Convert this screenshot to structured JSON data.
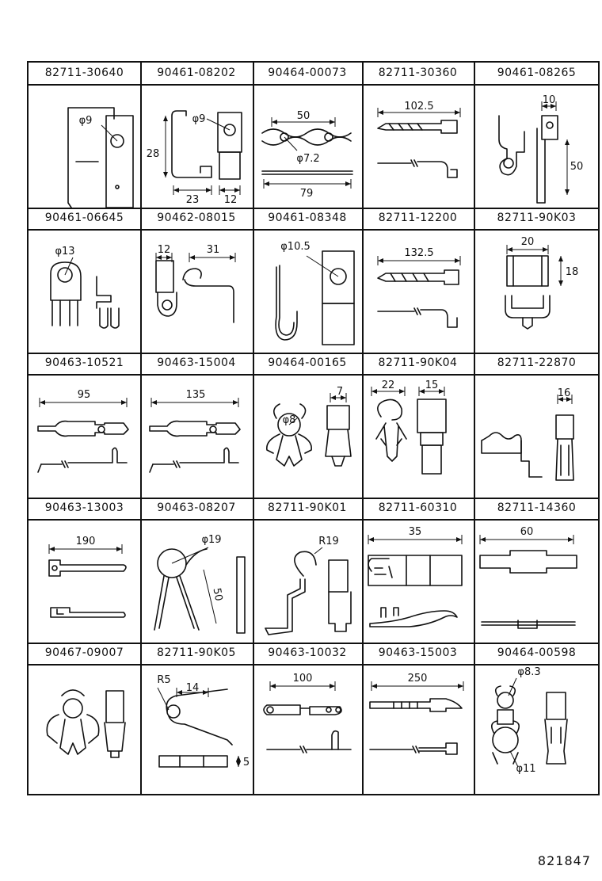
{
  "parts": [
    {
      "part_number": "82711-30640",
      "labels": [
        "φ9"
      ]
    },
    {
      "part_number": "90461-08202",
      "labels": [
        "φ9",
        "28",
        "23",
        "12"
      ]
    },
    {
      "part_number": "90464-00073",
      "labels": [
        "50",
        "φ7.2",
        "79"
      ]
    },
    {
      "part_number": "82711-30360",
      "labels": [
        "102.5"
      ]
    },
    {
      "part_number": "90461-08265",
      "labels": [
        "10",
        "50"
      ]
    },
    {
      "part_number": "90461-06645",
      "labels": [
        "φ13"
      ]
    },
    {
      "part_number": "90462-08015",
      "labels": [
        "12",
        "31"
      ]
    },
    {
      "part_number": "90461-08348",
      "labels": [
        "φ10.5"
      ]
    },
    {
      "part_number": "82711-12200",
      "labels": [
        "132.5"
      ]
    },
    {
      "part_number": "82711-90K03",
      "labels": [
        "20",
        "18"
      ]
    },
    {
      "part_number": "90463-10521",
      "labels": [
        "95"
      ]
    },
    {
      "part_number": "90463-15004",
      "labels": [
        "135"
      ]
    },
    {
      "part_number": "90464-00165",
      "labels": [
        "φ8",
        "7"
      ]
    },
    {
      "part_number": "82711-90K04",
      "labels": [
        "22",
        "15"
      ]
    },
    {
      "part_number": "82711-22870",
      "labels": [
        "16"
      ]
    },
    {
      "part_number": "90463-13003",
      "labels": [
        "190"
      ]
    },
    {
      "part_number": "90463-08207",
      "labels": [
        "φ19",
        "50"
      ]
    },
    {
      "part_number": "82711-90K01",
      "labels": [
        "R19"
      ]
    },
    {
      "part_number": "82711-60310",
      "labels": [
        "35"
      ]
    },
    {
      "part_number": "82711-14360",
      "labels": [
        "60"
      ]
    },
    {
      "part_number": "90467-09007",
      "labels": []
    },
    {
      "part_number": "82711-90K05",
      "labels": [
        "R5",
        "14",
        "5"
      ]
    },
    {
      "part_number": "90463-10032",
      "labels": [
        "100"
      ]
    },
    {
      "part_number": "90463-15003",
      "labels": [
        "250"
      ]
    },
    {
      "part_number": "90464-00598",
      "labels": [
        "φ8.3",
        "φ11"
      ]
    }
  ],
  "diagram_id": "821847"
}
